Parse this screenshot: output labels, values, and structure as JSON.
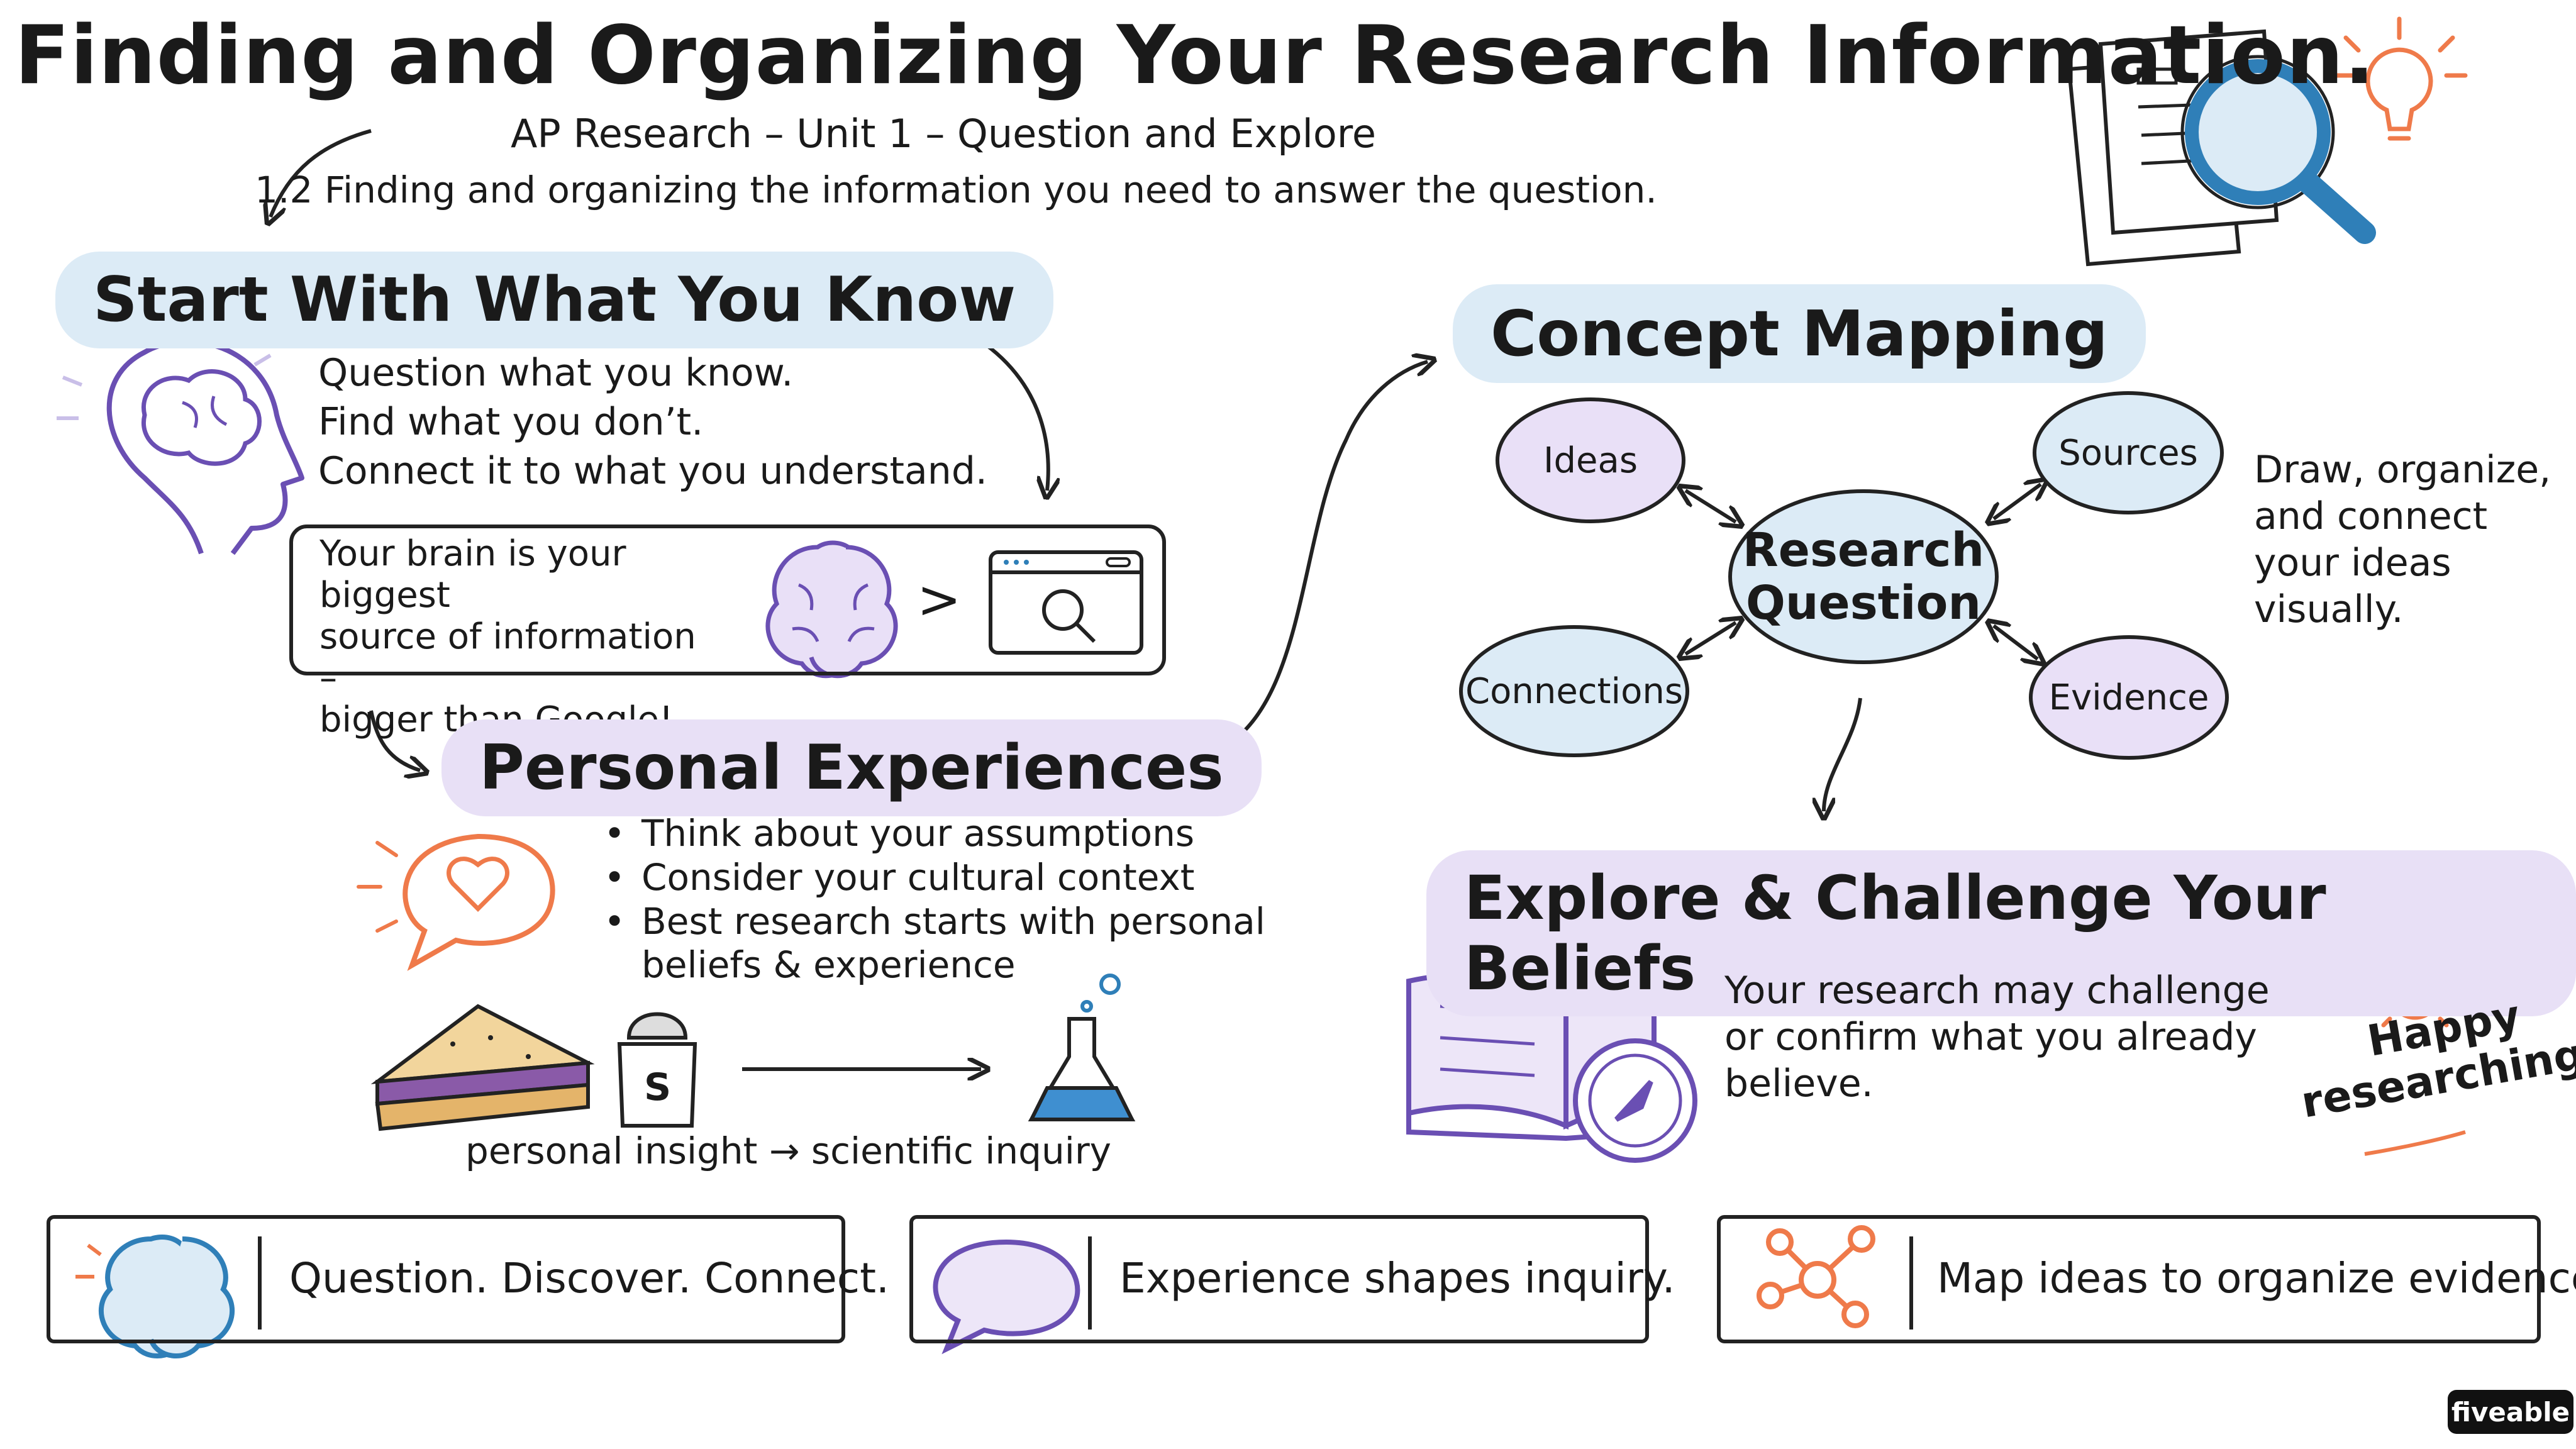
{
  "header": {
    "title": "Finding and Organizing Your Research Information.",
    "subtitle": "AP Research – Unit 1 – Question and Explore",
    "objective": "1.2  Finding and organizing the information you need to answer the question."
  },
  "start_with_what_you_know": {
    "heading": "Start With What You Know",
    "lines": [
      "Question what you know.",
      "Find what you don’t.",
      "Connect it to what you understand."
    ],
    "callout": [
      "Your brain is your biggest",
      "source of information –",
      "bigger than Google!"
    ],
    "callout_symbol": ">"
  },
  "personal_experiences": {
    "heading": "Personal Experiences",
    "bullets": [
      "Think about your assumptions",
      "Consider your cultural context",
      "Best research starts with personal",
      "beliefs & experience"
    ],
    "salt_label": "S",
    "caption": "personal insight → scientific inquiry"
  },
  "concept_mapping": {
    "heading": "Concept Mapping",
    "center": [
      "Research",
      "Question"
    ],
    "nodes": {
      "ideas": "Ideas",
      "sources": "Sources",
      "connections": "Connections",
      "evidence": "Evidence"
    },
    "note": [
      "Draw, organize,",
      "and connect",
      "your ideas",
      "visually."
    ]
  },
  "explore_beliefs": {
    "heading": "Explore & Challenge Your Beliefs",
    "text": [
      "Your research may challenge",
      "or confirm what you already",
      "believe."
    ],
    "happy": [
      "Happy",
      "researching!"
    ]
  },
  "cards": [
    {
      "label": "Question. Discover. Connect.",
      "icon": "brain-icon"
    },
    {
      "label": "Experience shapes inquiry.",
      "icon": "speech-bubble-icon"
    },
    {
      "label": "Map ideas to organize evidence.",
      "icon": "network-icon"
    }
  ],
  "brand": "fiveable",
  "colors": {
    "blue": "#2f7fb8",
    "purple": "#6a4fb3",
    "orange": "#ef7a4a",
    "light_blue": "#dcebf6",
    "light_purple": "#e8e0f6"
  }
}
